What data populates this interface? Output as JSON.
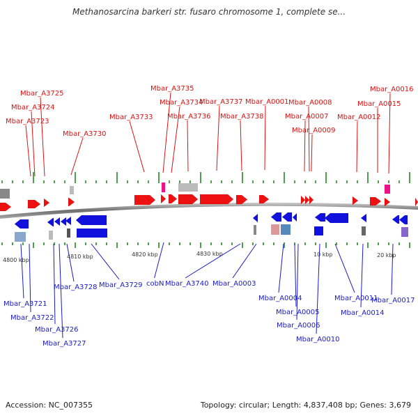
{
  "title": "Methanosarcina barkeri str. fusaro chromosome 1, complete se...",
  "footer": {
    "accession": "Accession: NC_007355",
    "summary": "Topology: circular; Length: 4,837,408 bp; Genes: 3,679"
  },
  "colors": {
    "top_strand": "#ee1111",
    "bottom_strand": "#1111dd",
    "top_label": "#dd1111",
    "bottom_label": "#1a1ac8",
    "backbone": "#888888",
    "tick": "#228822",
    "pseudo": "#bbbbbb",
    "rna_magenta": "#ee1188"
  },
  "scale_labels": [
    "4800 kbp",
    "4810 kbp",
    "4820 kbp",
    "4830 kbp",
    "10 kbp",
    "20 kbp"
  ],
  "top_labels": [
    "Mbar_A3725",
    "Mbar_A3724",
    "Mbar_A3723",
    "Mbar_A3730",
    "Mbar_A3735",
    "Mbar_A3734",
    "Mbar_A3733",
    "Mbar_A3736",
    "Mbar_A3737",
    "Mbar_A3738",
    "Mbar_A0001",
    "Mbar_A0008",
    "Mbar_A0007",
    "Mbar_A0009",
    "Mbar_A0012",
    "Mbar_A0016",
    "Mbar_A0015"
  ],
  "bottom_labels": [
    "Mbar_A3721",
    "Mbar_A3722",
    "Mbar_A3726",
    "Mbar_A3727",
    "Mbar_A3728",
    "Mbar_A3729",
    "cobN",
    "Mbar_A3740",
    "Mbar_A0003",
    "Mbar_A0004",
    "Mbar_A0005",
    "Mbar_A0006",
    "Mbar_A0010",
    "Mbar_A0011",
    "Mbar_A0014",
    "Mbar_A0017"
  ]
}
